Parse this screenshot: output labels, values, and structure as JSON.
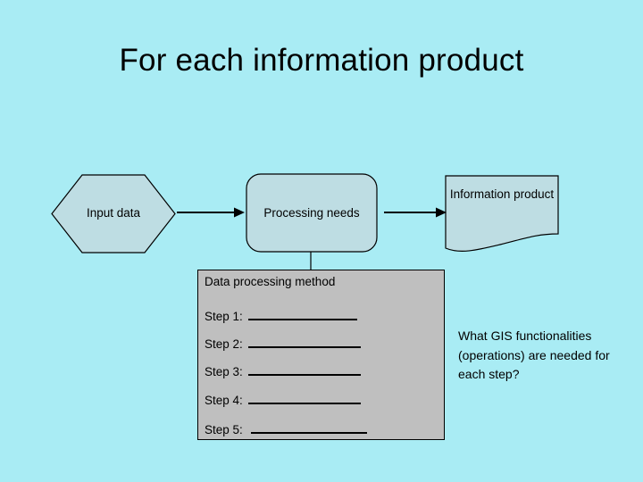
{
  "slide": {
    "title": "For each information product",
    "background_color": "#a9ecf4"
  },
  "diagram": {
    "shape_fill_color": "#bedde3",
    "panel_fill_color": "#bfbfbf",
    "outline_color": "#000000",
    "nodes": [
      {
        "id": "input-data",
        "shape": "hexagon",
        "label": "Input data"
      },
      {
        "id": "processing-needs",
        "shape": "rounded-rectangle",
        "label": "Processing needs"
      },
      {
        "id": "information-product",
        "shape": "document",
        "label": "Information product"
      }
    ],
    "connectors": [
      {
        "id": "arrow-input-to-processing",
        "from": "input-data",
        "to": "processing-needs",
        "style": "arrow-right"
      },
      {
        "id": "arrow-processing-to-product",
        "from": "processing-needs",
        "to": "information-product",
        "style": "arrow-right"
      },
      {
        "id": "line-processing-to-method",
        "from": "processing-needs",
        "to": "data-processing-method",
        "style": "plain-line-down"
      }
    ]
  },
  "method_panel": {
    "heading": "Data processing method",
    "steps": [
      {
        "label": "Step 1:",
        "value": ""
      },
      {
        "label": "Step 2:",
        "value": ""
      },
      {
        "label": "Step 3:",
        "value": ""
      },
      {
        "label": "Step 4:",
        "value": ""
      },
      {
        "label": "Step 5:",
        "value": ""
      }
    ]
  },
  "annotation": {
    "question": "What GIS functionalities (operations) are needed for each step?"
  }
}
